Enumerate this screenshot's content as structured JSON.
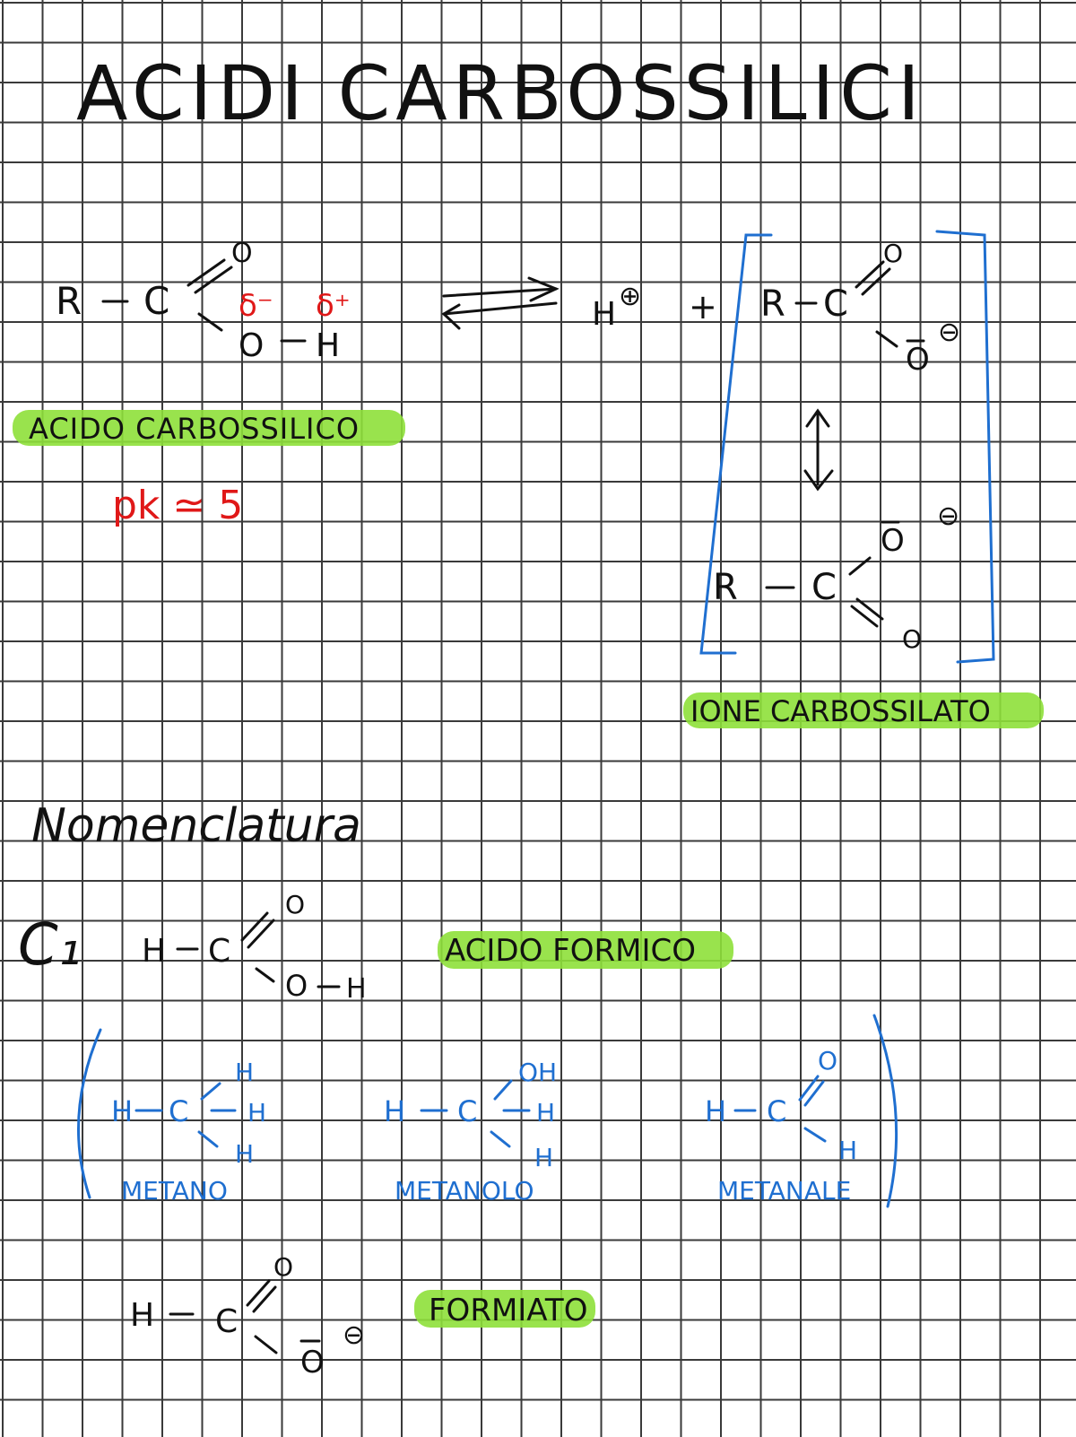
{
  "title": "ACIDI CARBOSSILICI",
  "reaction": {
    "left": {
      "R": "R",
      "C": "C",
      "O_dbl": "O",
      "O": "O",
      "H": "H",
      "delta_minus": "δ⁻",
      "delta_plus": "δ⁺",
      "dash": "−"
    },
    "right": {
      "H": "H",
      "charge_plus": "⊕",
      "plus": "+",
      "R": "R",
      "C": "C",
      "O_dbl": "O",
      "O_single": "O",
      "charge_minus": "⊖"
    },
    "resonance": {
      "R": "R",
      "C": "C",
      "O_single": "O",
      "O_dbl": "O",
      "charge_minus": "⊖"
    }
  },
  "labels": {
    "acido_carbossilico": "ACIDO CARBOSSILICO",
    "pk": "pk ≃ 5",
    "ione_carbossilato": "IONE CARBOSSILATO",
    "nomenclatura": "Nomenclatura",
    "c1": "C₁",
    "acido_formico": "ACIDO FORMICO",
    "formiato": "FORMIATO"
  },
  "formic": {
    "H": "H",
    "C": "C",
    "O_dbl": "O",
    "O": "O",
    "H2": "H"
  },
  "related": [
    {
      "name": "METANO",
      "left": "H",
      "C": "C",
      "up": "H",
      "mid": "H",
      "down": "H"
    },
    {
      "name": "METANOLO",
      "left": "H",
      "C": "C",
      "up": "OH",
      "mid": "H",
      "down": "H"
    },
    {
      "name": "METANALE",
      "left": "H",
      "C": "C",
      "up": "O",
      "down": "H"
    }
  ],
  "formate": {
    "H": "H",
    "C": "C",
    "O_dbl": "O",
    "O_single": "O",
    "charge_minus": "⊖"
  },
  "colors": {
    "ink": "#111111",
    "red": "#e01818",
    "blue": "#1f6fd0",
    "highlight": "#8ee03a"
  }
}
